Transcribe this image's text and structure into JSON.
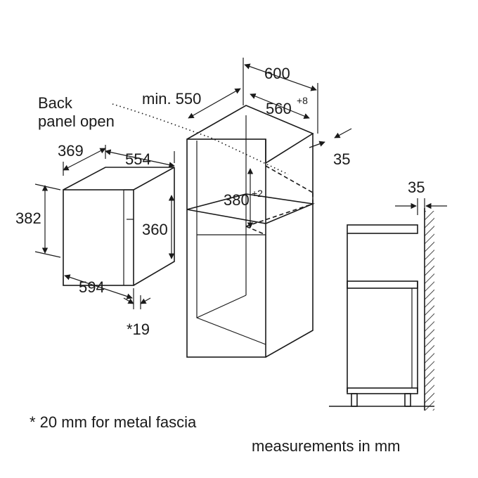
{
  "labels": {
    "back_panel_line1": "Back",
    "back_panel_line2": "panel open",
    "min_depth": "min. 550",
    "cab_width": "600",
    "niche_width": "560",
    "niche_width_tol": "+8",
    "side_gap": "35",
    "niche_height": "380",
    "niche_height_tol": "+2",
    "mw_depth": "369",
    "mw_width_top": "554",
    "mw_height_outer": "382",
    "mw_height_inner": "360",
    "mw_width_bottom": "594",
    "fascia_offset": "*19",
    "side_view_gap": "35"
  },
  "footnotes": {
    "fascia_note": "* 20 mm for metal fascia",
    "units_note": "measurements in mm"
  }
}
